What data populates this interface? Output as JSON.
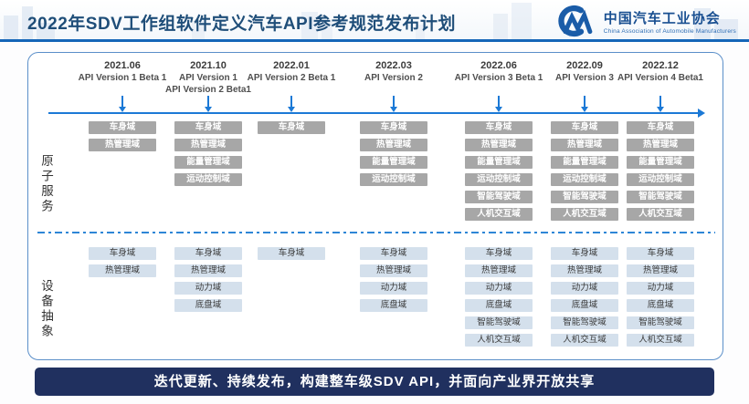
{
  "header": {
    "title": "2022年SDV工作组软件定义汽车API参考规范发布计划",
    "logo": {
      "org_cn": "中国汽车工业协会",
      "org_en": "China Association of Automobile Manufacturers"
    }
  },
  "timeline": {
    "milestones": [
      {
        "date": "2021.06",
        "versions": [
          "API Version 1 Beta 1"
        ]
      },
      {
        "date": "2021.10",
        "versions": [
          "API Version 1",
          "API Version 2 Beta1"
        ]
      },
      {
        "date": "2022.01",
        "versions": [
          "API Version 2 Beta 1"
        ]
      },
      {
        "date": "2022.03",
        "versions": [
          "API Version 2"
        ]
      },
      {
        "date": "2022.06",
        "versions": [
          "API Version 3 Beta 1"
        ]
      },
      {
        "date": "2022.09",
        "versions": [
          "API Version 3"
        ]
      },
      {
        "date": "2022.12",
        "versions": [
          "API Version 4 Beta1"
        ]
      }
    ]
  },
  "sections": [
    {
      "label": "原子服务",
      "columns": [
        [
          "车身域",
          "热管理域"
        ],
        [
          "车身域",
          "热管理域",
          "能量管理域",
          "运动控制域"
        ],
        [
          "车身域"
        ],
        [
          "车身域",
          "热管理域",
          "能量管理域",
          "运动控制域"
        ],
        [
          "车身域",
          "热管理域",
          "能量管理域",
          "运动控制域",
          "智能驾驶域",
          "人机交互域"
        ],
        [
          "车身域",
          "热管理域",
          "能量管理域",
          "运动控制域",
          "智能驾驶域",
          "人机交互域"
        ],
        [
          "车身域",
          "热管理域",
          "能量管理域",
          "运动控制域",
          "智能驾驶域",
          "人机交互域"
        ]
      ]
    },
    {
      "label": "设备抽象",
      "columns": [
        [
          "车身域",
          "热管理域"
        ],
        [
          "车身域",
          "热管理域",
          "动力域",
          "底盘域"
        ],
        [
          "车身域"
        ],
        [
          "车身域",
          "热管理域",
          "动力域",
          "底盘域"
        ],
        [
          "车身域",
          "热管理域",
          "动力域",
          "底盘域",
          "智能驾驶域",
          "人机交互域"
        ],
        [
          "车身域",
          "热管理域",
          "动力域",
          "底盘域",
          "智能驾驶域",
          "人机交互域"
        ],
        [
          "车身域",
          "热管理域",
          "动力域",
          "底盘域",
          "智能驾驶域",
          "人机交互域"
        ]
      ]
    }
  ],
  "footer": {
    "banner": "迭代更新、持续发布，构建整车级SDV API，并面向产业界开放共享"
  },
  "colors": {
    "title": "#1f4e79",
    "header_rule": "#1566b8",
    "timeline_blue": "#1b79d6",
    "gray_box_bg": "#a7a7a7",
    "blue_box_bg": "#d4e0ec",
    "panel_border": "#5b8fc9",
    "banner_bg": "#20305f",
    "logo_blue": "#1a5ca8"
  }
}
